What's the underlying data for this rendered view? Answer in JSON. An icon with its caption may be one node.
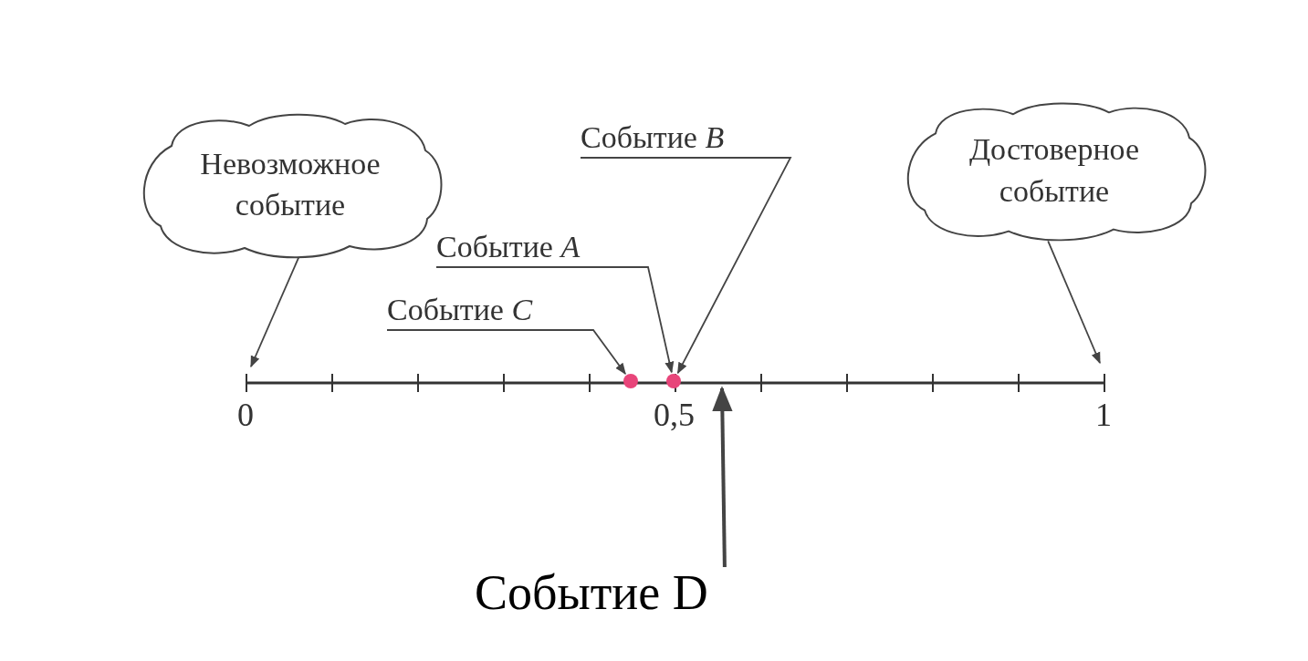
{
  "diagram": {
    "nodes": [
      {
        "text": [
          "Невозможное событие"
        ]
      },
      {
        "text": [
          "Достоверное событие"
        ]
      },
      {
        "text": [
          "Событие *B*"
        ]
      },
      {
        "text": [
          "Событие *A*"
        ]
      },
      {
        "text": [
          "Событие *C*"
        ]
      },
      {
        "text": [
          "Событие D"
        ]
      },
      {
        "text": [],
        "shape": "circle"
      },
      {
        "text": [],
        "shape": "circle"
      }
    ],
    "edges": [
      {
        "from": 0,
        "to": null,
        "arrow": "to"
      },
      {
        "from": 1,
        "to": null,
        "arrow": "to"
      },
      {
        "from": 2,
        "to": 7,
        "arrow": "to"
      },
      {
        "from": 3,
        "to": 7,
        "arrow": "to"
      },
      {
        "from": 4,
        "to": 6,
        "arrow": "to"
      },
      {
        "from": 5,
        "to": null,
        "arrow": "to",
        "style": "thick"
      }
    ],
    "labels": [
      "0",
      "0,5",
      "1"
    ]
  }
}
